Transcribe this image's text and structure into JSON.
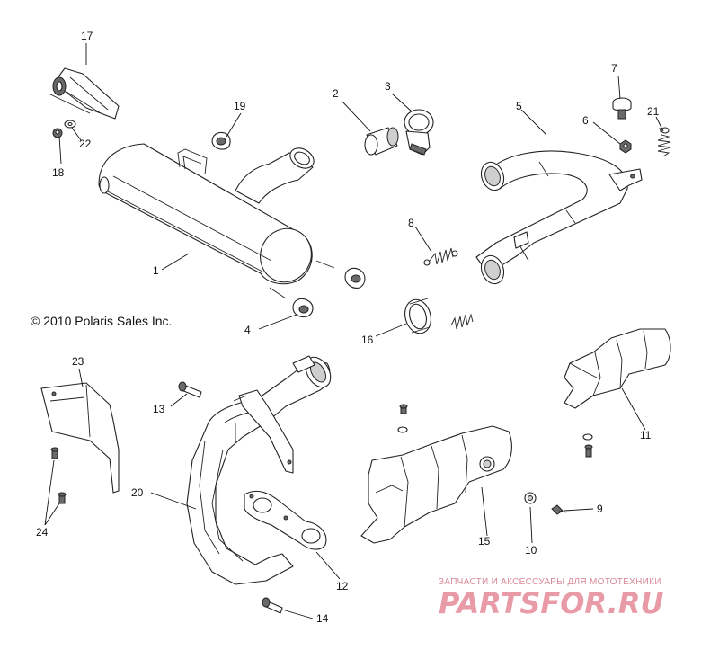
{
  "copyright": "© 2010 Polaris Sales Inc.",
  "watermark": {
    "tagline": "ЗАПЧАСТИ И АКСЕССУАРЫ ДЛЯ МОТОТЕХНИКИ",
    "brand": "PARTSFOR.RU",
    "color": "#e89aa6"
  },
  "callouts": {
    "c1": "1",
    "c2": "2",
    "c3": "3",
    "c4": "4",
    "c5": "5",
    "c6": "6",
    "c7": "7",
    "c8": "8",
    "c9": "9",
    "c10": "10",
    "c11": "11",
    "c12": "12",
    "c13": "13",
    "c14": "14",
    "c15": "15",
    "c16": "16",
    "c17": "17",
    "c18": "18",
    "c19": "19",
    "c20": "20",
    "c21": "21",
    "c22": "22",
    "c23": "23",
    "c24": "24"
  }
}
